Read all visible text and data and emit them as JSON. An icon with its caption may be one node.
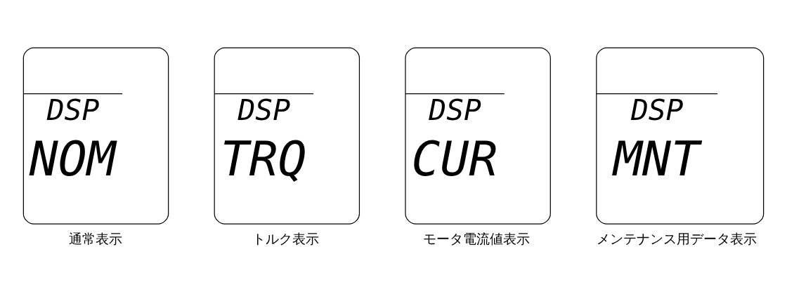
{
  "diagram": {
    "nodes": [
      {
        "text": [
          "DSP",
          "NOM"
        ],
        "beside": [
          "通常表示"
        ]
      },
      {
        "text": [
          "DSP",
          "TRQ"
        ],
        "beside": [
          "トルク表示"
        ]
      },
      {
        "text": [
          "DSP",
          "CUR"
        ],
        "beside": [
          "モータ電流値表示"
        ]
      },
      {
        "text": [
          "DSP",
          "MNT"
        ],
        "beside": [
          "メンテナンス用データ表示"
        ]
      }
    ]
  }
}
